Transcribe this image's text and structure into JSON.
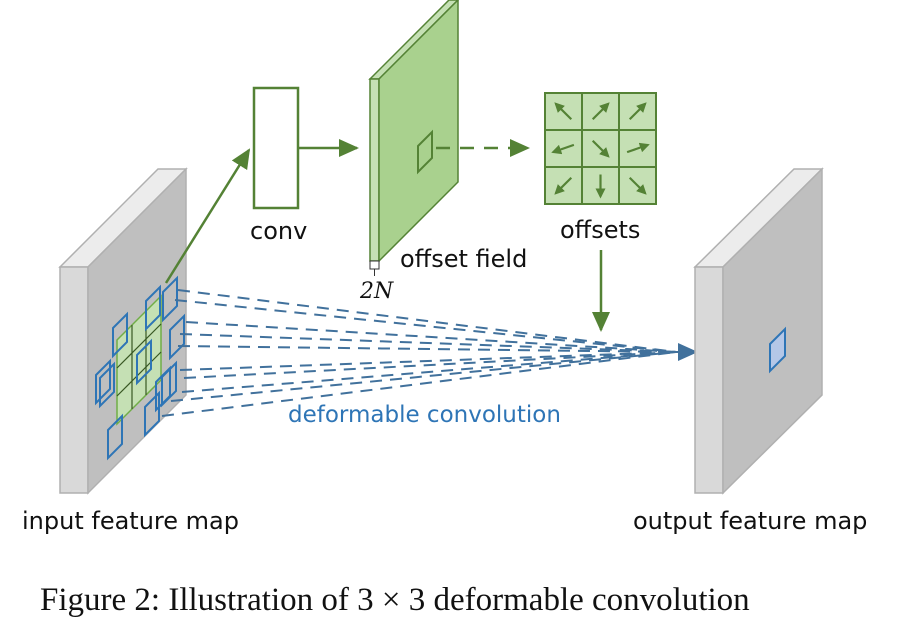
{
  "colors": {
    "green": "#548235",
    "green_fill": "#a9d18e",
    "green_light": "#c5e0b4",
    "blue": "#2e75b6",
    "blue_fill": "#b4c7e7",
    "gray_front": "#bfbfbf",
    "gray_side": "#d9d9d9",
    "gray_top": "#ececec"
  },
  "labels": {
    "conv": "conv",
    "offset_field": "offset field",
    "channels": "2N",
    "offsets": "offsets",
    "deformable_convolution": "deformable convolution",
    "input_feature_map": "input feature map",
    "output_feature_map": "output feature map"
  },
  "offset_grid": {
    "rows": 3,
    "cols": 3,
    "arrows": [
      [
        "up-left",
        "up-right",
        "up-right"
      ],
      [
        "left",
        "down-right",
        "right"
      ],
      [
        "down-left",
        "down",
        "down-right"
      ]
    ]
  },
  "caption": {
    "prefix": "Figure 2: Illustration of 3 × 3 ",
    "suffix": "deformable convolution"
  }
}
